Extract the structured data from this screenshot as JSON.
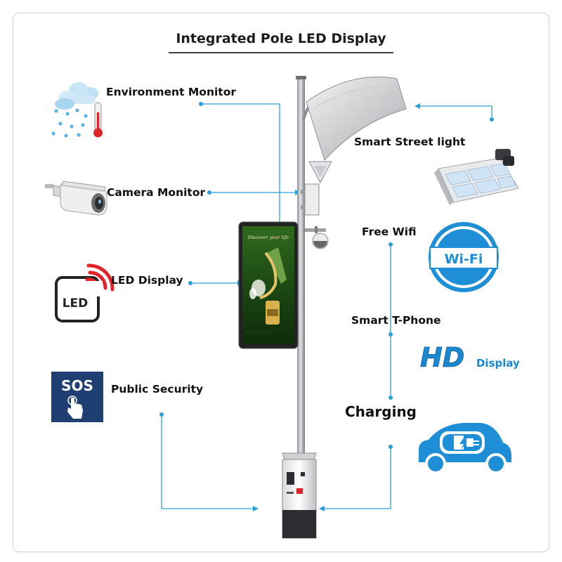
{
  "title": "Integrated Pole LED Display",
  "labels": {
    "environment": "Environment Monitor",
    "camera": "Camera Monitor",
    "led_display": "LED Display",
    "public_security": "Public Security",
    "street_light": "Smart Street light",
    "wifi": "Free Wifi",
    "tphone": "Smart T-Phone",
    "charging": "Charging"
  },
  "icons": {
    "led_text": "LED",
    "sos_text": "SOS",
    "wifi_text": "Wi-Fi",
    "hd_big": "HD",
    "hd_small": "Display",
    "screen_headline": "Discover your life"
  },
  "colors": {
    "connector": "#2b9fd8",
    "wifi_blue": "#1e8fd6",
    "hd_blue": "#1a88d0",
    "sos_bg": "#1f3f73",
    "led_red": "#e0242a",
    "car_blue": "#1e8fd6"
  }
}
